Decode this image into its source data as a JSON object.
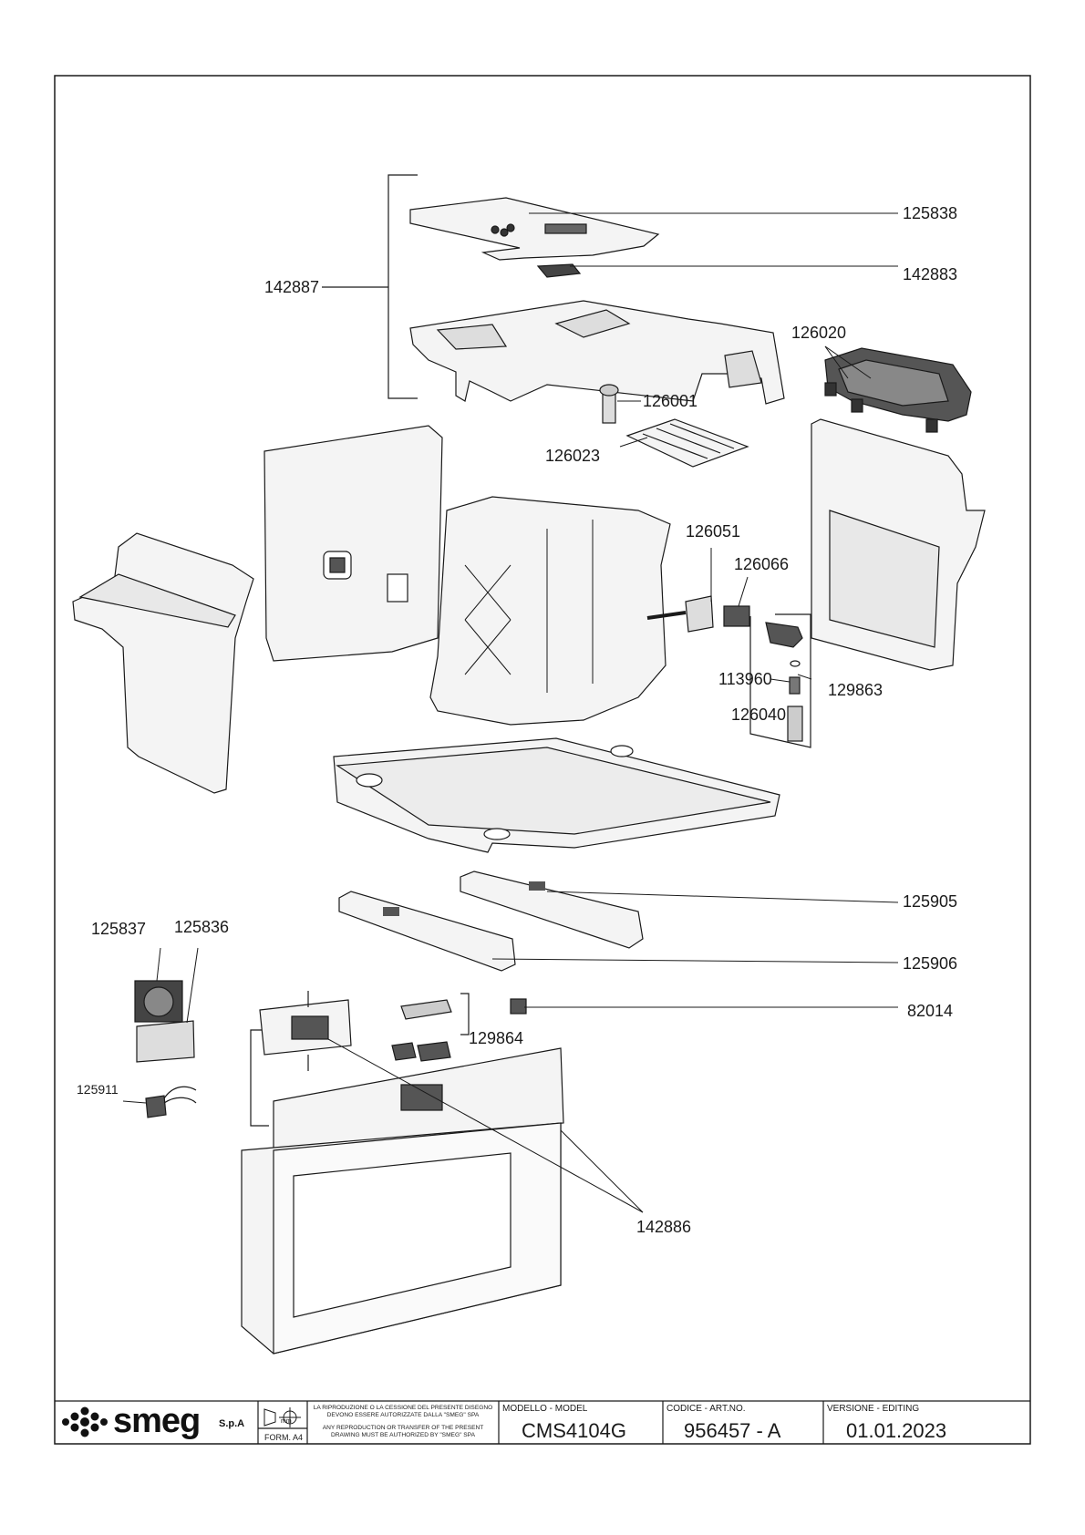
{
  "drawing": {
    "parts": {
      "p125838": "125838",
      "p142883": "142883",
      "p142887": "142887",
      "p126020": "126020",
      "p126001": "126001",
      "p126023": "126023",
      "p126051": "126051",
      "p126066": "126066",
      "p113960": "113960",
      "p129863": "129863",
      "p126040": "126040",
      "p125905": "125905",
      "p125906": "125906",
      "p125837": "125837",
      "p125836": "125836",
      "p82014": "82014",
      "p129864": "129864",
      "p125911": "125911",
      "p142886": "142886"
    }
  },
  "title_block": {
    "logo": "smeg",
    "company_suffix": "S.p.A",
    "scale_unit": "mm",
    "format": "FORM. A4",
    "notice_it": "LA RIPRODUZIONE O LA CESSIONE DEL PRESENTE DISEGNO DEVONO ESSERE AUTORIZZATE DALLA \"SMEG\" SPA",
    "notice_en": "ANY REPRODUCTION OR TRANSFER OF THE PRESENT DRAWING MUST BE AUTHORIZED BY \"SMEG\" SPA",
    "model_label": "MODELLO - MODEL",
    "model_value": "CMS4104G",
    "code_label": "CODICE - ART.NO.",
    "code_value": "956457 - A",
    "version_label": "VERSIONE - EDITING",
    "version_value": "01.01.2023"
  },
  "colors": {
    "line": "#1a1a1a",
    "part_fill": "#f4f4f4",
    "dark_part": "#555555"
  }
}
